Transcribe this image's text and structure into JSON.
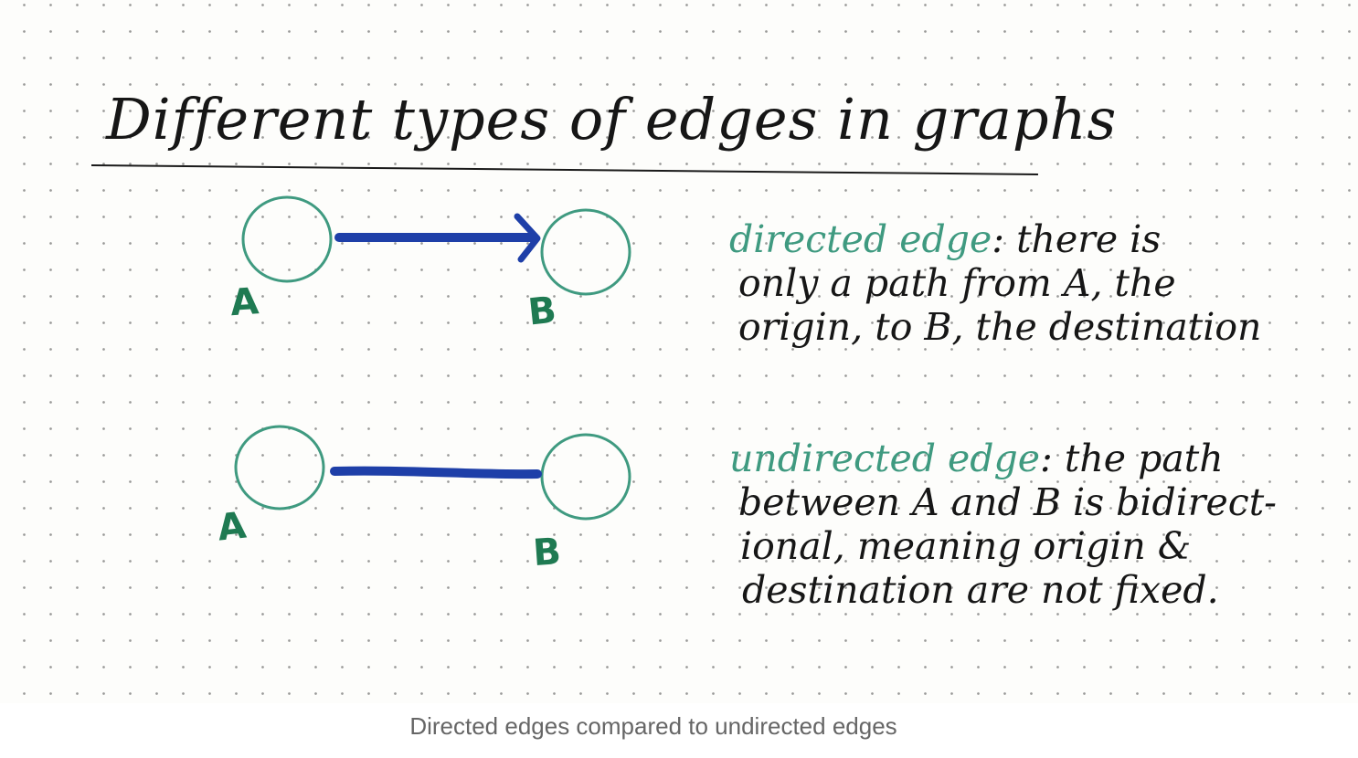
{
  "title": "Different types of edges in graphs",
  "colors": {
    "node_stroke": "#3f9a80",
    "node_label": "#1f7a52",
    "edge": "#1e3fa8",
    "ink": "#161616",
    "term": "#3f9a80",
    "caption": "#666666"
  },
  "directed": {
    "node_a": "A",
    "node_b": "B",
    "term": "directed edge",
    "lines": [
      ": there is",
      "only a path from A, the",
      "origin, to B, the destination"
    ]
  },
  "undirected": {
    "node_a": "A",
    "node_b": "B",
    "term": "undirected edge",
    "lines": [
      ": the path",
      "between A and B is bidirect-",
      "ional, meaning origin &",
      "destination are not fixed."
    ]
  },
  "caption": "Directed edges compared to undirected edges"
}
